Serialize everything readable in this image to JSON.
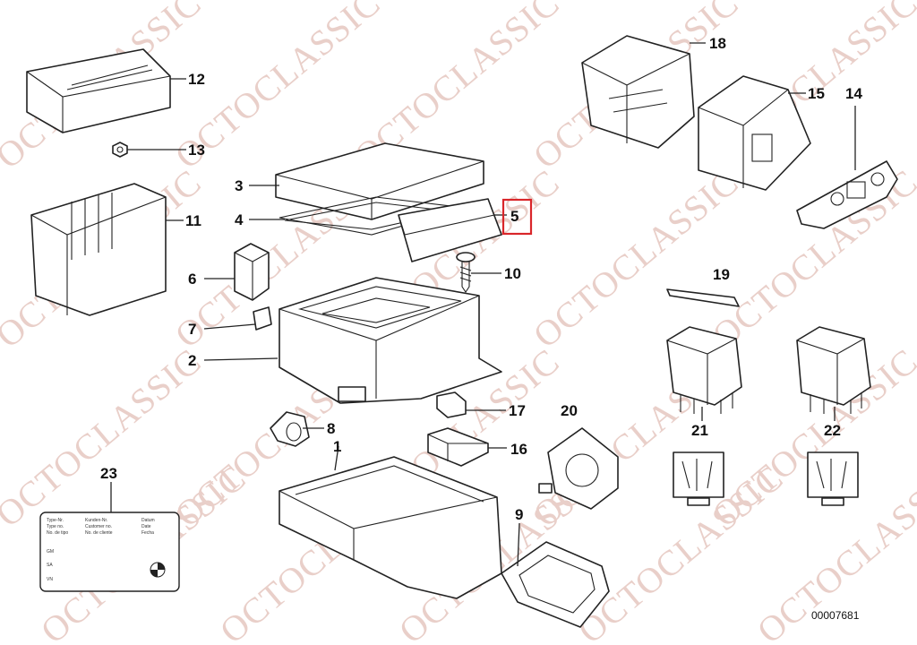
{
  "watermark": "OCTOCLASSIC",
  "drawing_number": "00007681",
  "callouts": [
    {
      "id": "c1",
      "label": "1"
    },
    {
      "id": "c2",
      "label": "2"
    },
    {
      "id": "c3",
      "label": "3"
    },
    {
      "id": "c4",
      "label": "4"
    },
    {
      "id": "c5",
      "label": "5"
    },
    {
      "id": "c6",
      "label": "6"
    },
    {
      "id": "c7",
      "label": "7"
    },
    {
      "id": "c8",
      "label": "8"
    },
    {
      "id": "c9",
      "label": "9"
    },
    {
      "id": "c10",
      "label": "10"
    },
    {
      "id": "c11",
      "label": "11"
    },
    {
      "id": "c12",
      "label": "12"
    },
    {
      "id": "c13",
      "label": "13"
    },
    {
      "id": "c14",
      "label": "14"
    },
    {
      "id": "c15",
      "label": "15"
    },
    {
      "id": "c16",
      "label": "16"
    },
    {
      "id": "c17",
      "label": "17"
    },
    {
      "id": "c18",
      "label": "18"
    },
    {
      "id": "c19",
      "label": "19"
    },
    {
      "id": "c20",
      "label": "20"
    },
    {
      "id": "c21",
      "label": "21"
    },
    {
      "id": "c22",
      "label": "22"
    },
    {
      "id": "c23",
      "label": "23"
    }
  ],
  "highlighted_callout": "5",
  "highlight_color": "#d9262a",
  "watermark_color": "#e9cfc9",
  "label_plate": {
    "row1": [
      "Type-Nr.",
      "Kunden-Nr.",
      "Datum"
    ],
    "row2": [
      "Type no.",
      "Customer no.",
      "Date"
    ],
    "row3": [
      "No. de tipo",
      "No. de cliente",
      "Fecha"
    ],
    "fields": [
      "GM",
      "SA",
      "VN"
    ]
  }
}
